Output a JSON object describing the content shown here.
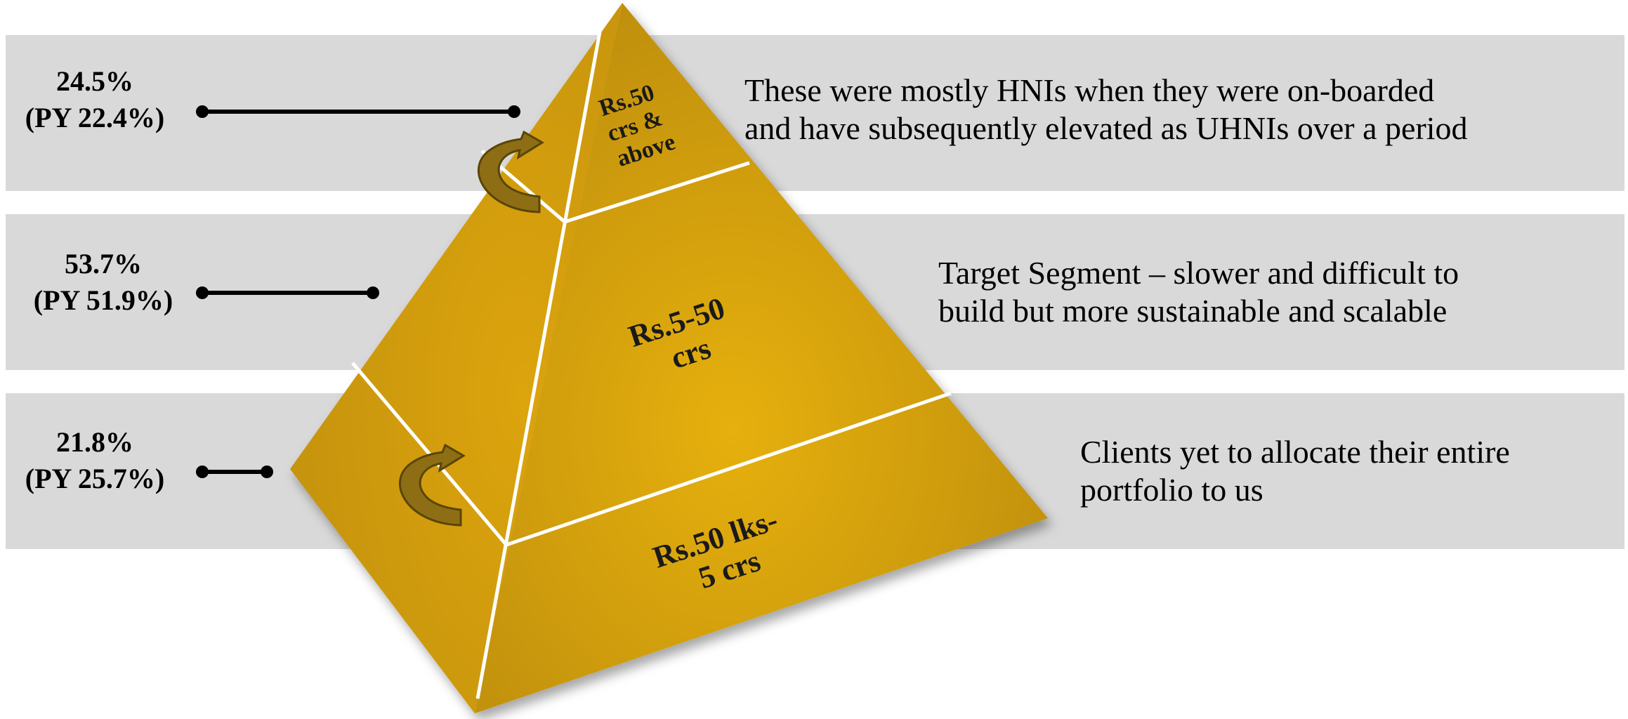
{
  "tiers": [
    {
      "label_lines": [
        "Rs.50",
        "crs  &",
        "above"
      ],
      "share": "24.5%",
      "prior_year": "(PY 22.4%)",
      "description_lines": [
        "These were mostly HNIs when they were on-boarded",
        "and have subsequently elevated as UHNIs over a period"
      ]
    },
    {
      "label_lines": [
        "Rs.5-50",
        "crs"
      ],
      "share": "53.7%",
      "prior_year": "(PY 51.9%)",
      "description_lines": [
        "Target Segment – slower and difficult to",
        "build but more sustainable and scalable"
      ]
    },
    {
      "label_lines": [
        "Rs.50 lks-",
        "5 crs"
      ],
      "share": "21.8%",
      "prior_year": "(PY 25.7%)",
      "description_lines": [
        "Clients yet to allocate their entire",
        "portfolio to us"
      ]
    }
  ],
  "colors": {
    "band": "#d9d9d9",
    "pyramid_light": "#e3ad0c",
    "pyramid_dark": "#b0850a",
    "arrow": "#8a6a12",
    "connector": "#000000"
  }
}
